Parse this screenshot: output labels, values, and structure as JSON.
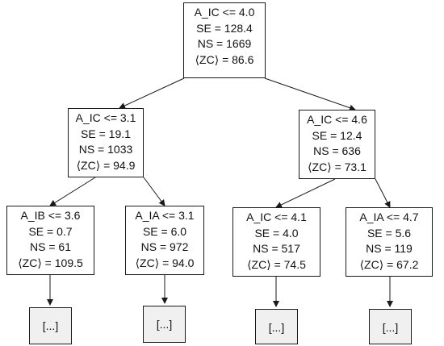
{
  "tree": {
    "root": {
      "lines": [
        "A_IC <= 4.0",
        "SE = 128.4",
        "NS = 1669",
        "⟨ZC⟩ = 86.6"
      ]
    },
    "left": {
      "lines": [
        "A_IC <= 3.1",
        "SE = 19.1",
        "NS = 1033",
        "⟨ZC⟩ = 94.9"
      ]
    },
    "right": {
      "lines": [
        "A_IC <= 4.6",
        "SE = 12.4",
        "NS = 636",
        "⟨ZC⟩ = 73.1"
      ]
    },
    "left_left": {
      "lines": [
        "A_IB <= 3.6",
        "SE = 0.7",
        "NS = 61",
        "⟨ZC⟩ = 109.5"
      ]
    },
    "left_right": {
      "lines": [
        "A_IA <= 3.1",
        "SE = 6.0",
        "NS = 972",
        "⟨ZC⟩ = 94.0"
      ]
    },
    "right_left": {
      "lines": [
        "A_IC <= 4.1",
        "SE = 4.0",
        "NS = 517",
        "⟨ZC⟩ = 74.5"
      ]
    },
    "right_right": {
      "lines": [
        "A_IA <= 4.7",
        "SE = 5.6",
        "NS = 119",
        "⟨ZC⟩ = 67.2"
      ]
    },
    "truncated_label": "[...]"
  }
}
